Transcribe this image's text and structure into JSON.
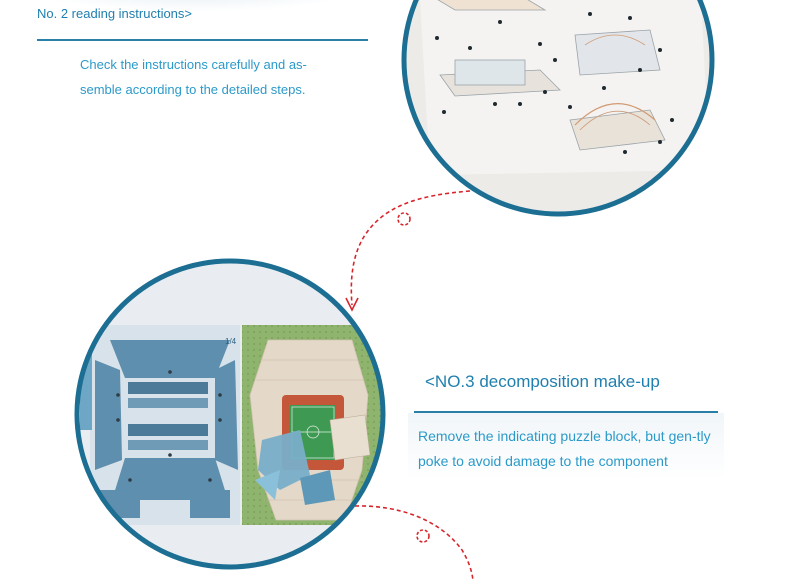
{
  "step2": {
    "title": "No. 2 reading instructions>",
    "description": "Check the instructions carefully and as-semble according to the detailed steps."
  },
  "step3": {
    "title": "<NO.3 decomposition make-up",
    "description": "Remove the indicating puzzle block, but gen-tly poke to avoid damage to the component"
  },
  "sheet": {
    "page_label": "1/4"
  },
  "colors": {
    "accent_blue": "#1f7fae",
    "circle_border": "#1c6e93",
    "dashed_red": "#d6262c",
    "seat_blue": "#5f8fae",
    "pitch_green": "#3e9a52",
    "track_red": "#c4563a"
  }
}
